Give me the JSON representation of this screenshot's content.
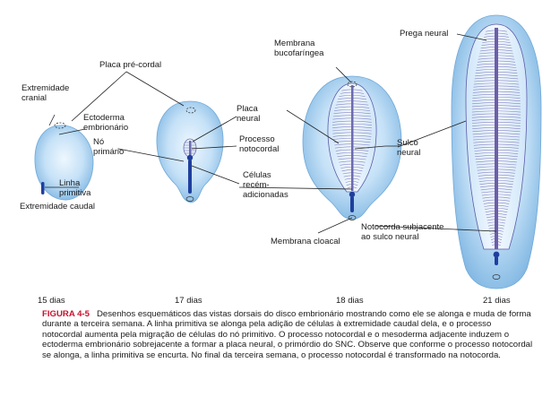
{
  "labels": {
    "extremidade_cranial": [
      "Extremidade",
      "cranial"
    ],
    "placa_pre_cordal": "Placa pré-cordal",
    "ectoderma_embrionario": [
      "Ectoderma",
      "embrionário"
    ],
    "no_primario": [
      "Nó",
      "primário"
    ],
    "linha_primitiva": [
      "Linha",
      "primitiva"
    ],
    "extremidade_caudal": "Extremidade caudal",
    "placa_neural": [
      "Placa",
      "neural"
    ],
    "processo_notocordal": [
      "Processo",
      "notocordal"
    ],
    "celulas_recem_adicionadas": [
      "Células",
      "recém-",
      "adicionadas"
    ],
    "membrana_bucofaringea": [
      "Membrana",
      "bucofaríngea"
    ],
    "sulco_neural": [
      "Sulco",
      "neural"
    ],
    "notocorda_subjacente": [
      "Notocorda subjacente",
      "ao sulco neural"
    ],
    "membrana_cloacal": "Membrana cloacal",
    "prega_neural": "Prega neural"
  },
  "stages": [
    "15 dias",
    "17 dias",
    "18 dias",
    "21 dias"
  ],
  "caption": {
    "figure_label": "FIGURA 4-5",
    "text": "Desenhos esquemáticos das vistas dorsais do disco embrionário mostrando como ele se alonga e muda de forma durante a terceira semana. A linha primitiva se alonga pela adição de células à extremidade caudal dela, e o processo notocordal aumenta pela migração de células do nó primitivo. O processo notocordal e o mesoderma adjacente induzem o ectoderma embrionário sobrejacente a formar a placa neural, o primórdio do SNC. Observe que conforme o processo notocordal se alonga, a linha primitiva se encurta. No final da terceira semana, o processo notocordal é transformado na notocorda."
  },
  "colors": {
    "disc_light": "#dceefb",
    "disc_mid": "#a7d0f2",
    "disc_edge": "#6fa8d8",
    "primitive_streak": "#1f3f9e",
    "neural_fold": "#7d78b8",
    "caption_label": "#c8102e"
  }
}
